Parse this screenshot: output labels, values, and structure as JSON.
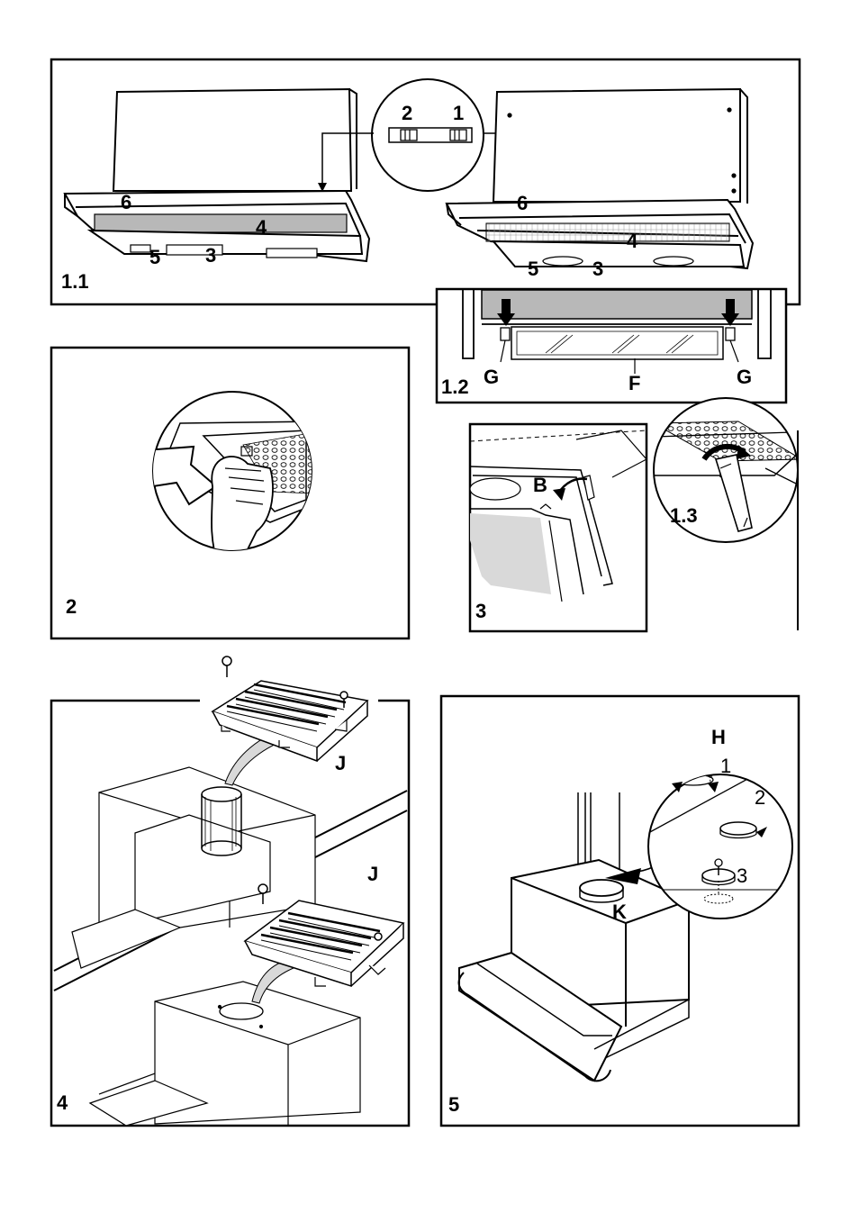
{
  "panels": {
    "p11": {
      "number": "1.1",
      "labels": {
        "six_l": "6",
        "four_l": "4",
        "five_l": "5",
        "three_l": "3",
        "six_r": "6",
        "four_r": "4",
        "five_r": "5",
        "three_r": "3"
      },
      "switch": {
        "left": "2",
        "right": "1"
      }
    },
    "p12": {
      "number": "1.2",
      "labels": {
        "g_left": "G",
        "f": "F",
        "g_right": "G"
      }
    },
    "p13": {
      "number": "1.3"
    },
    "p2": {
      "number": "2"
    },
    "p3": {
      "number": "3",
      "labels": {
        "b": "B"
      }
    },
    "p4": {
      "number": "4",
      "labels": {
        "j_top": "J",
        "j_bottom": "J"
      }
    },
    "p5": {
      "number": "5",
      "labels": {
        "h": "H",
        "k": "K",
        "step1": "1",
        "step2": "2",
        "step3": "3"
      }
    }
  },
  "colors": {
    "line": "#000000",
    "filter_gray": "#b8b8b8",
    "shade": "#d9d9d9",
    "paper": "#ffffff"
  }
}
